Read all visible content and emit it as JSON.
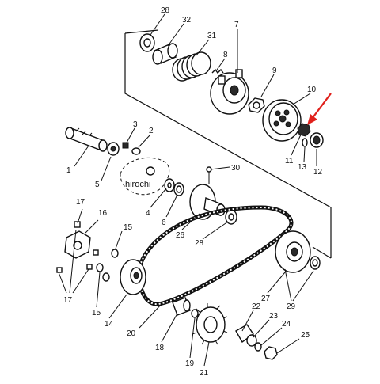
{
  "diagram": {
    "watermark": "hirochi",
    "parts": [
      {
        "id": "p28",
        "label": "28"
      },
      {
        "id": "p32",
        "label": "32"
      },
      {
        "id": "p31",
        "label": "31"
      },
      {
        "id": "p7",
        "label": "7"
      },
      {
        "id": "p8",
        "label": "8"
      },
      {
        "id": "p9",
        "label": "9"
      },
      {
        "id": "p10",
        "label": "10"
      },
      {
        "id": "p3",
        "label": "3"
      },
      {
        "id": "p2",
        "label": "2"
      },
      {
        "id": "p1",
        "label": "1"
      },
      {
        "id": "p5",
        "label": "5"
      },
      {
        "id": "p11",
        "label": "11"
      },
      {
        "id": "p13",
        "label": "13"
      },
      {
        "id": "p12",
        "label": "12"
      },
      {
        "id": "p30",
        "label": "30"
      },
      {
        "id": "p17a",
        "label": "17"
      },
      {
        "id": "p16",
        "label": "16"
      },
      {
        "id": "p4",
        "label": "4"
      },
      {
        "id": "p6",
        "label": "6"
      },
      {
        "id": "p26",
        "label": "26"
      },
      {
        "id": "p28b",
        "label": "28"
      },
      {
        "id": "p15a",
        "label": "15"
      },
      {
        "id": "p17b",
        "label": "17"
      },
      {
        "id": "p15b",
        "label": "15"
      },
      {
        "id": "p14",
        "label": "14"
      },
      {
        "id": "p20",
        "label": "20"
      },
      {
        "id": "p27",
        "label": "27"
      },
      {
        "id": "p29",
        "label": "29"
      },
      {
        "id": "p22",
        "label": "22"
      },
      {
        "id": "p23",
        "label": "23"
      },
      {
        "id": "p24",
        "label": "24"
      },
      {
        "id": "p25",
        "label": "25"
      },
      {
        "id": "p18",
        "label": "18"
      },
      {
        "id": "p19",
        "label": "19"
      },
      {
        "id": "p21",
        "label": "21"
      }
    ],
    "highlight_color": "#e0201b"
  }
}
